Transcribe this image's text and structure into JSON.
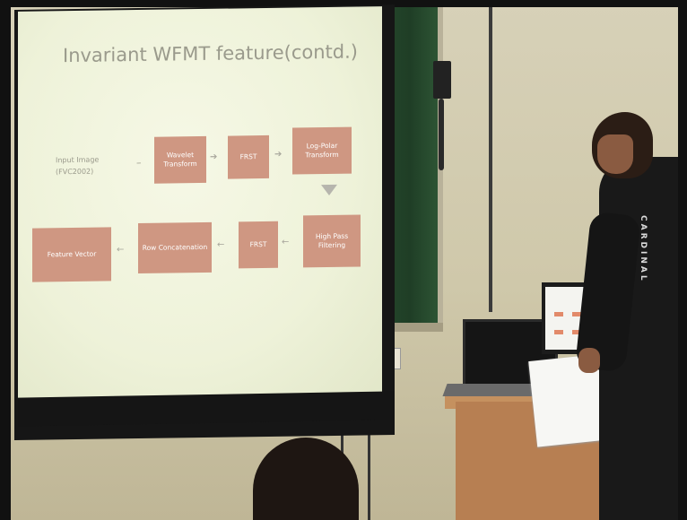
{
  "slide": {
    "title": "Invariant WFMT feature(contd.)",
    "input_label_line1": "Input Image",
    "input_label_line2": "(FVC2002)",
    "input_dash": "–",
    "boxes": {
      "wavelet": "Wavelet Transform",
      "frst_top": "FRST",
      "logpolar": "Log-Polar Transform",
      "highpass": "High Pass Filtering",
      "frst_bottom": "FRST",
      "rowconcat": "Row Concatenation",
      "feature": "Feature Vector"
    },
    "arrow_right": "➔",
    "arrow_left": "←"
  },
  "hoodie": {
    "print": "CARDINAL"
  },
  "colors": {
    "box_fill": "#cf9782",
    "slide_bg": "#eef2d9",
    "wall": "#d7d1b8",
    "chalkboard": "#274b2d"
  }
}
